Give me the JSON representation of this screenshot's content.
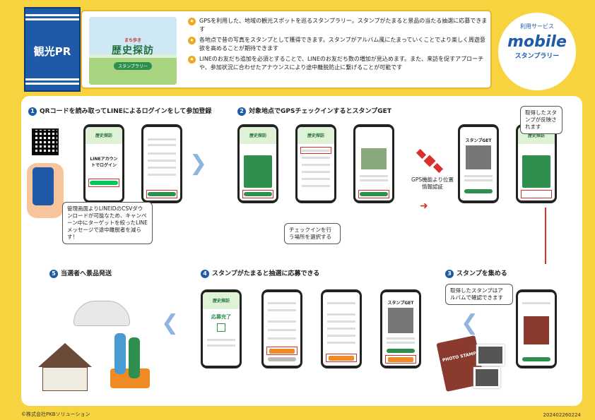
{
  "badge": {
    "label": "観光PR"
  },
  "brand": {
    "small": "まち歩き",
    "title": "歴史探訪",
    "sub": "スタンプラリー"
  },
  "bullets": [
    "GPSを利用した、地域の観光スポットを巡るスタンプラリー。スタンプがたまると景品の当たる抽選に応募できます",
    "各地点で昔の写真をスタンプとして獲得できます。スタンプがアルバム風にたまっていくことでより楽しく周遊意欲を高めることが期待できます",
    "LINEのお友だち追加を必須とすることで、LINEのお友だち数の増加が見込めます。また、来訪を促すアプローチや、参加状況に合わせたアナウンスにより途中離脱防止に繋げることが可能です"
  ],
  "service": {
    "label": "利用サービス",
    "name": "mobile",
    "product": "スタンプラリー"
  },
  "steps": [
    {
      "num": "1",
      "title": "QRコードを読み取ってLINEによるログインをして参加登録"
    },
    {
      "num": "2",
      "title": "対象地点でGPSチェックインするとスタンプGET"
    },
    {
      "num": "3",
      "title": "スタンプを集める"
    },
    {
      "num": "4",
      "title": "スタンプがたまると抽選に応募できる"
    },
    {
      "num": "5",
      "title": "当選者へ景品発送"
    }
  ],
  "callouts": {
    "csv": "管理画面よりLINEIDのCSVダウンロードが可能なため、キャンペーン中にターゲットを絞ったLINEメッセージで途中離脱者を減らす！",
    "checkin": "チェックインを行う場所を選択する",
    "gps": "GPS機能より位置情報認証",
    "reflect": "取得したスタンプが反映されます",
    "album": "取得したスタンプはアルバムで確認できます"
  },
  "phone": {
    "brand": "歴史探訪",
    "line_login": "LINEアカウントでログイン",
    "stamp_get": "スタンプGET",
    "entry_done": "応募完了",
    "album_book": "PHOTO STAMP"
  },
  "footer": {
    "copyright": "©株式会社PKBソリューション",
    "code": "202402260224"
  },
  "colors": {
    "accent": "#1e5aa8",
    "green": "#2f8f4e",
    "highlight": "#d9302c",
    "background": "#f6d33f"
  }
}
